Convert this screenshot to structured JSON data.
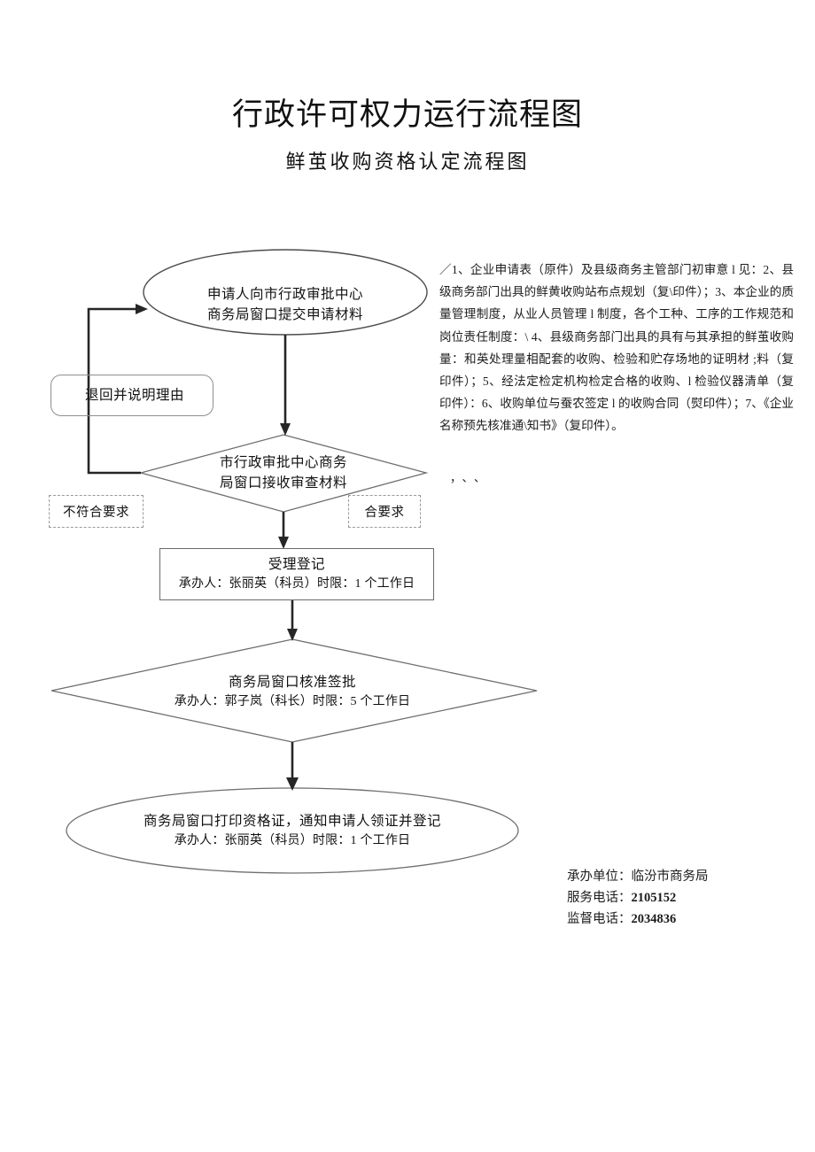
{
  "document": {
    "title": "行政许可权力运行流程图",
    "subtitle": "鲜茧收购资格认定流程图"
  },
  "requirements": {
    "stray_mark": "／",
    "body": "1、企业申请表（原件）及县级商务主管部门初审意 l 见：2、县级商务部门出具的鲜黄收购站布点规划（复\\印件）；3、本企业的质量管理制度，从业人员管理 l 制度，各个工种、工序的工作规范和岗位责任制度：\\ 4、县级商务部门出具的具有与其承担的鲜茧收购量：和英处理量相配套的收购、检验和贮存场地的证明材 ;料（复印件）；5、经法定检定机构检定合格的收购、l 检验仪器清单（复印件）：6、收购单位与蚕农签定 l 的收购合同（熨印件）；7、《企业名称预先核准通\\知书》（复印件）。",
    "tail_marks": "，、、"
  },
  "flow": {
    "start": {
      "line1": "申请人向市行政审批中心",
      "line2": "商务局窗口提交申请材料"
    },
    "return_box": {
      "label": "退回并说明理由"
    },
    "decision1": {
      "line1": "市行政审批中心商务",
      "line2": "局窗口接收审查材料"
    },
    "branch_no": {
      "label": "不符合要求"
    },
    "branch_yes": {
      "label": "合要求"
    },
    "accept": {
      "line1": "受理登记",
      "line2": "承办人：张丽英（科员）时限：1 个工作日"
    },
    "decision2": {
      "line1": "商务局窗口核准签批",
      "line2": "承办人：郭子岚（科长）时限：5 个工作日"
    },
    "finish": {
      "line1": "商务局窗口打印资格证，通知申请人领证并登记",
      "line2": "承办人：张丽英（科员）时限：1 个工作日"
    }
  },
  "footer": {
    "unit_label": "承办单位：",
    "unit_value": "临汾市商务局",
    "service_label": "服务电话：",
    "service_value": "2105152",
    "supervise_label": "监督电话：",
    "supervise_value": "2034836"
  },
  "colors": {
    "shape_stroke": "#6f6f6f",
    "connector": "#262626",
    "text": "#111111",
    "dashed": "#9a9a9a"
  }
}
